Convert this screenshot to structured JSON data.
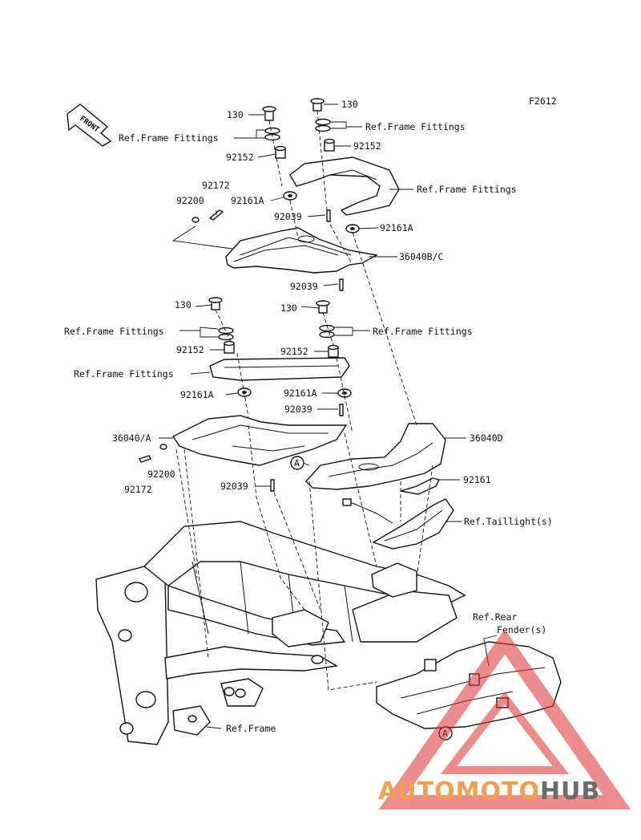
{
  "figure_code": "F2612",
  "front_arrow": "FRONT",
  "callouts": {
    "bolt_130_a": "130",
    "bolt_130_b": "130",
    "bolt_130_c": "130",
    "bolt_130_d": "130",
    "ref_fittings_1": "Ref.Frame Fittings",
    "ref_fittings_2": "Ref.Frame Fittings",
    "ref_fittings_3": "Ref.Frame Fittings",
    "ref_fittings_4": "Ref.Frame Fittings",
    "ref_fittings_5": "Ref.Frame Fittings",
    "ref_fittings_6": "Ref.Frame Fittings",
    "collar_92152_a": "92152",
    "collar_92152_b": "92152",
    "collar_92152_c": "92152",
    "collar_92152_d": "92152",
    "bolt_92172_a": "92172",
    "bolt_92172_b": "92172",
    "washer_92200_a": "92200",
    "washer_92200_b": "92200",
    "damper_92161A_a": "92161A",
    "damper_92161A_b": "92161A",
    "damper_92161A_c": "92161A",
    "damper_92161A_d": "92161A",
    "rivet_92039_a": "92039",
    "rivet_92039_b": "92039",
    "rivet_92039_c": "92039",
    "rivet_92039_d": "92039",
    "cover_36040BC": "36040B/C",
    "cover_36040A": "36040/A",
    "cover_36040D": "36040D",
    "damper_92161": "92161",
    "ref_taillight": "Ref.Taillight(s)",
    "ref_rear_fender_1": "Ref.Rear",
    "ref_rear_fender_2": "Fender(s)",
    "ref_frame": "Ref.Frame",
    "marker_a_1": "A",
    "marker_a_2": "A"
  },
  "watermark": {
    "part1": "AUTOMOTO",
    "part2": "HUB",
    "color1": "#f0a050",
    "color2": "#6b6b6b",
    "triangle_color": "#e03030"
  }
}
